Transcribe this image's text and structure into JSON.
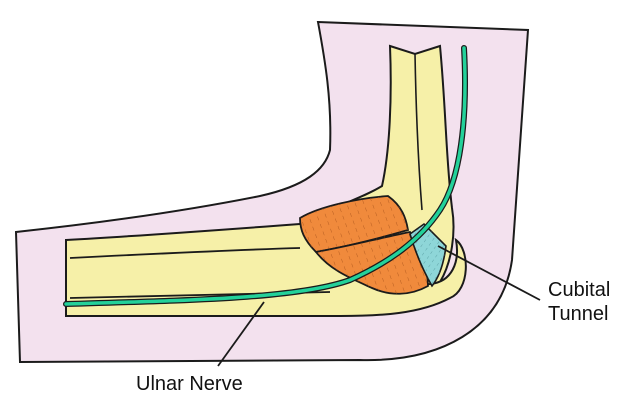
{
  "labels": {
    "cubital_line1": "Cubital",
    "cubital_line2": "Tunnel",
    "ulnar": "Ulnar Nerve"
  },
  "colors": {
    "skin": "#f3e1ee",
    "bone": "#f6f0a8",
    "muscle": "#f08a3c",
    "nerve": "#23d19a",
    "tunnel": "#8ed6d8",
    "outline": "#1b1b1b"
  }
}
